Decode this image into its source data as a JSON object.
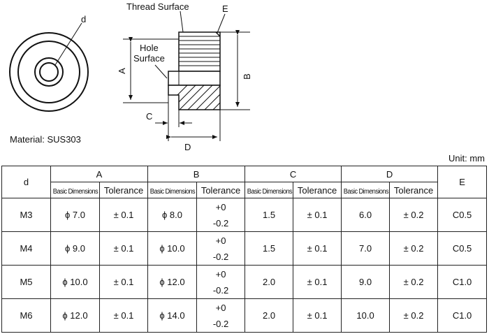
{
  "drawing": {
    "label_d": "d",
    "label_thread_surface": "Thread Surface",
    "label_E": "E",
    "label_hole_surface_line1": "Hole",
    "label_hole_surface_line2": "Surface",
    "label_A": "A",
    "label_B": "B",
    "label_C": "C",
    "label_D": "D"
  },
  "material": "Material: SUS303",
  "unit": "Unit: mm",
  "table": {
    "header_d": "d",
    "groups": [
      "A",
      "B",
      "C",
      "D"
    ],
    "header_E": "E",
    "basic_label": "Basic Dimensions",
    "tolerance_label": "Tolerance",
    "rows": [
      {
        "d": "M3",
        "a": "ϕ 7.0",
        "a_tol": "± 0.1",
        "b": "ϕ 8.0",
        "b_tol_plus": "+0",
        "b_tol_minus": "-0.2",
        "c": "1.5",
        "c_tol": "± 0.1",
        "dd": "6.0",
        "dd_tol": "± 0.2",
        "e": "C0.5"
      },
      {
        "d": "M4",
        "a": "ϕ 9.0",
        "a_tol": "± 0.1",
        "b": "ϕ 10.0",
        "b_tol_plus": "+0",
        "b_tol_minus": "-0.2",
        "c": "1.5",
        "c_tol": "± 0.1",
        "dd": "7.0",
        "dd_tol": "± 0.2",
        "e": "C0.5"
      },
      {
        "d": "M5",
        "a": "ϕ 10.0",
        "a_tol": "± 0.1",
        "b": "ϕ 12.0",
        "b_tol_plus": "+0",
        "b_tol_minus": "-0.2",
        "c": "2.0",
        "c_tol": "± 0.1",
        "dd": "9.0",
        "dd_tol": "± 0.2",
        "e": "C1.0"
      },
      {
        "d": "M6",
        "a": "ϕ 12.0",
        "a_tol": "± 0.1",
        "b": "ϕ 14.0",
        "b_tol_plus": "+0",
        "b_tol_minus": "-0.2",
        "c": "2.0",
        "c_tol": "± 0.1",
        "dd": "10.0",
        "dd_tol": "± 0.2",
        "e": "C1.0"
      }
    ]
  }
}
